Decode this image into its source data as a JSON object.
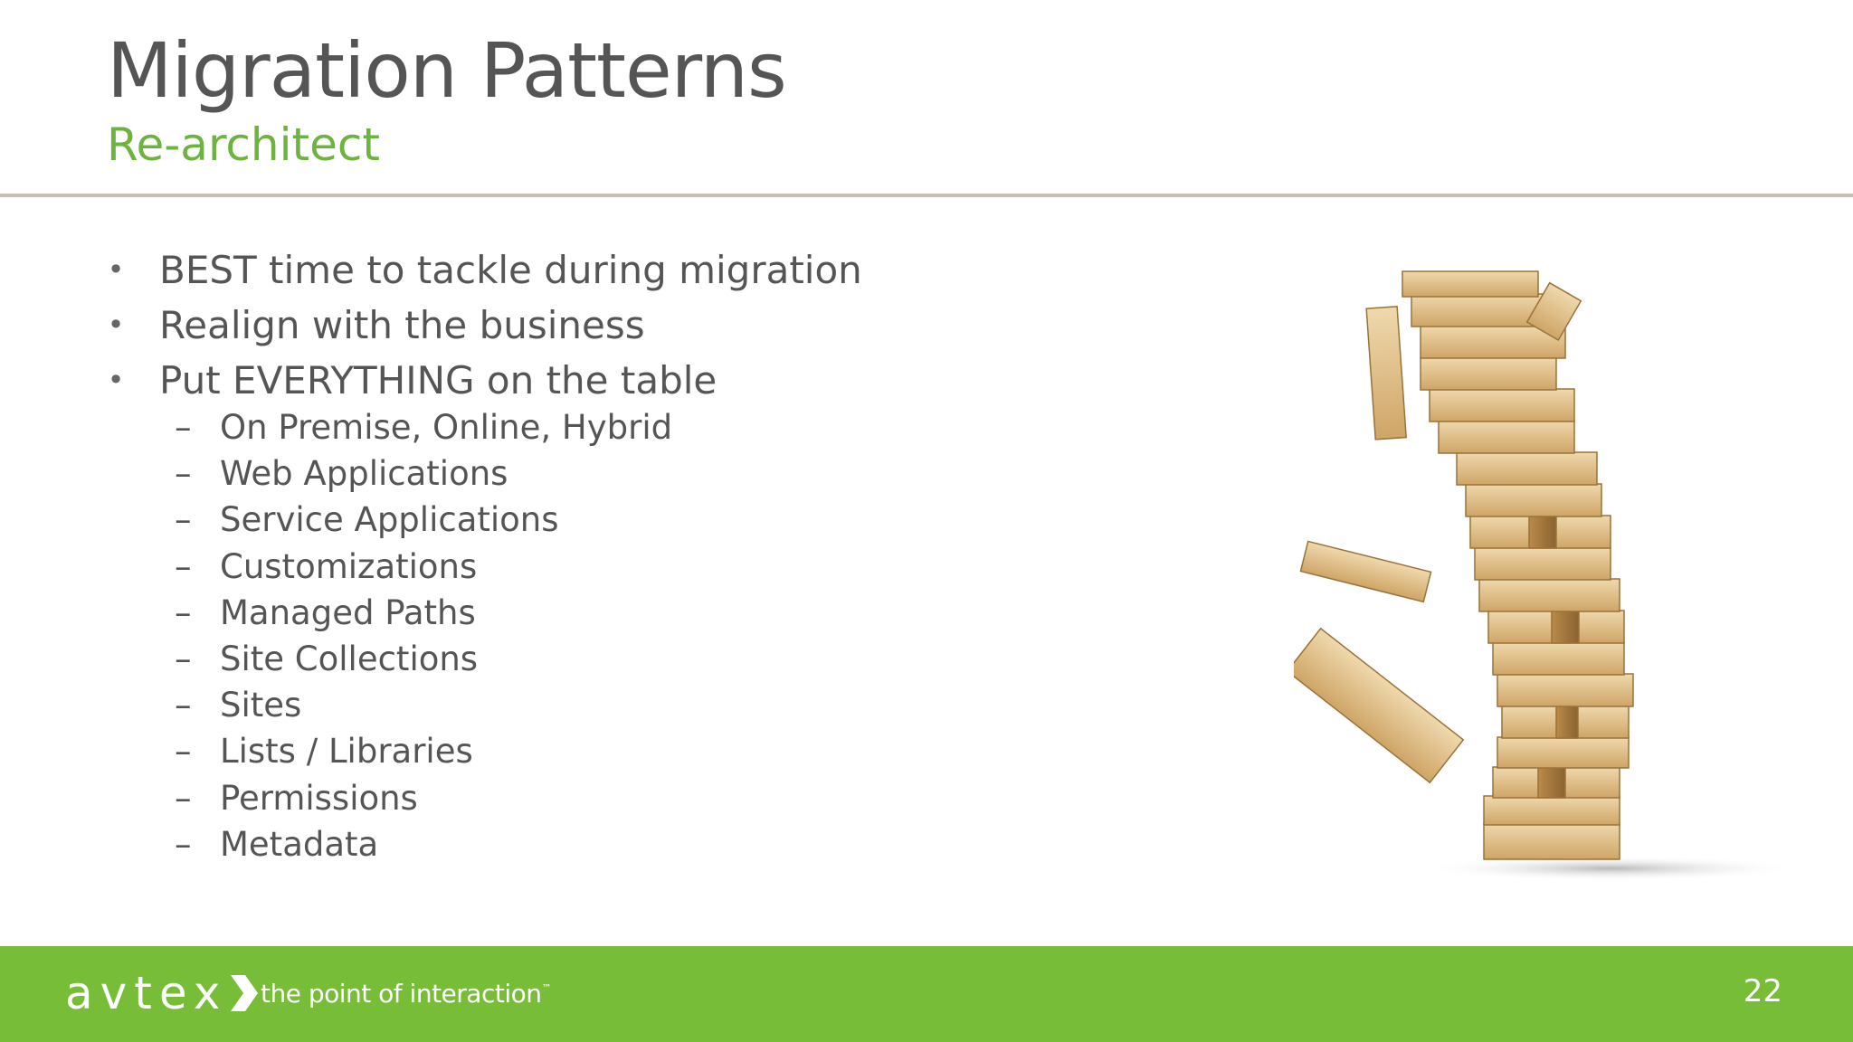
{
  "slide": {
    "title": "Migration Patterns",
    "subtitle": "Re-architect"
  },
  "bullets": [
    "BEST time to tackle during migration",
    "Realign with the business",
    "Put EVERYTHING on the table"
  ],
  "bullet_symbol": "•",
  "sub_dash": "–",
  "sub_bullets": [
    "On Premise, Online, Hybrid",
    "Web Applications",
    "Service Applications",
    "Customizations",
    "Managed Paths",
    "Site Collections",
    "Sites",
    "Lists / Libraries",
    "Permissions",
    "Metadata"
  ],
  "footer": {
    "logo_text": "avtex",
    "tagline": "the point of interaction",
    "trademark": "™",
    "page_number": "22"
  },
  "colors": {
    "title": "#555555",
    "subtitle": "#6db33f",
    "footer_bg": "#78bd38",
    "rule": "#c8bfb2"
  }
}
